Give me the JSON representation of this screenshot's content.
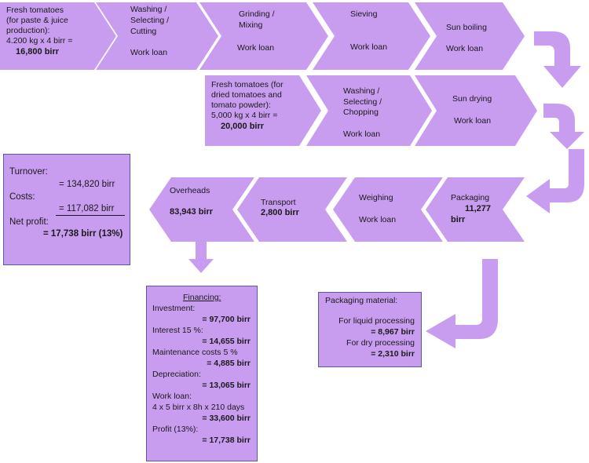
{
  "row1": {
    "fresh_paste": [
      "Fresh tomatoes",
      "(for paste & juice",
      "production):",
      "4.200 kg x 4 birr ="
    ],
    "fresh_paste_total": "16,800 birr",
    "washing": [
      "Washing /",
      "Selecting /",
      "Cutting"
    ],
    "washing_loan": "Work loan",
    "grinding": [
      "Grinding /",
      "Mixing"
    ],
    "grinding_loan": "Work loan",
    "sieving": "Sieving",
    "sieving_loan": "Work loan",
    "sun_boiling": "Sun boiling",
    "sun_boiling_loan": "Work loan"
  },
  "row2": {
    "fresh_dried": [
      "Fresh tomatoes (for",
      "dried tomatoes and",
      "tomato powder):",
      "5,000 kg x 4 birr ="
    ],
    "fresh_dried_total": "20,000 birr",
    "washing": [
      "Washing /",
      "Selecting /",
      "Chopping"
    ],
    "washing_loan": "Work loan",
    "sun_drying": "Sun drying",
    "sun_drying_loan": "Work loan"
  },
  "row3": {
    "overheads": "Overheads",
    "overheads_value": "83,943 birr",
    "transport": "Transport",
    "transport_value": "2,800 birr",
    "weighing": "Weighing",
    "weighing_loan": "Work loan",
    "packaging": "Packaging",
    "packaging_value_1": "11,277",
    "packaging_value_2": "birr"
  },
  "summary": {
    "turnover_label": "Turnover:",
    "turnover_value": "= 134,820 birr",
    "costs_label": "Costs:",
    "costs_value": "= 117,082 birr",
    "net_label": "Net profit:",
    "net_value": "= 17,738 birr (13%)"
  },
  "financing": {
    "title": "Financing:",
    "items": [
      {
        "label": "Investment:",
        "value": "= 97,700 birr"
      },
      {
        "label": "Interest 15 %:",
        "value": "= 14,655 birr"
      },
      {
        "label": "Maintenance costs 5 %",
        "value": "= 4,885 birr"
      },
      {
        "label": "Depreciation:",
        "value": "= 13,065 birr"
      },
      {
        "label": "Work loan:",
        "sub": "4 x 5 birr x 8h x 210 days",
        "value": "= 33,600 birr"
      },
      {
        "label": "Profit (13%):",
        "value": "= 17,738 birr"
      }
    ]
  },
  "packaging_material": {
    "title": "Packaging material:",
    "liquid_label": "For liquid processing",
    "liquid_value": "= 8,967 birr",
    "dry_label": "For dry processing",
    "dry_value": "= 2,310 birr"
  },
  "colors": {
    "shape_fill": "#c89df0",
    "box_border": "#5a5a9a"
  }
}
